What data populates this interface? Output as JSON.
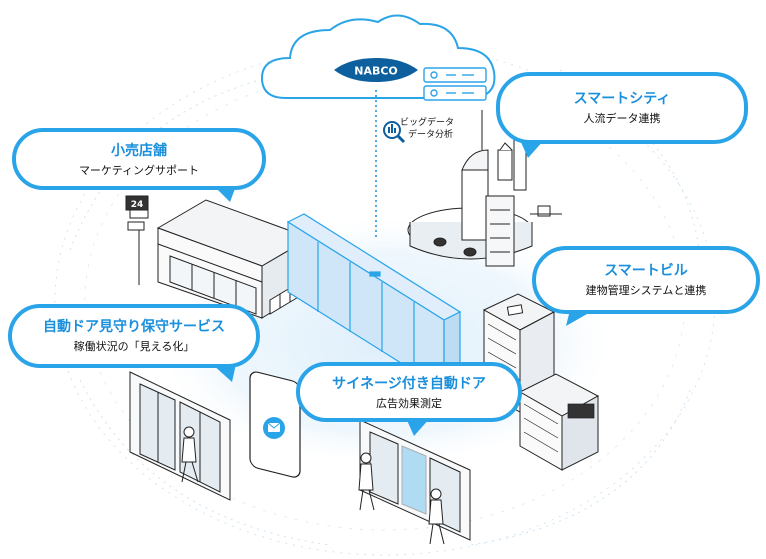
{
  "cloud": {
    "logo": "NABCO"
  },
  "bigdata": {
    "line1": "ビッグデータ",
    "line2": "データ分析"
  },
  "store_sign": {
    "number": "24"
  },
  "callouts": [
    {
      "id": "retail",
      "title": "小売店舗",
      "subtitle": "マーケティングサポート"
    },
    {
      "id": "smartcity",
      "title": "スマートシティ",
      "subtitle": "人流データ連携"
    },
    {
      "id": "smartbuilding",
      "title": "スマートビル",
      "subtitle": "建物管理システムと連携"
    },
    {
      "id": "maintenance",
      "title": "自動ドア見守り保守サービス",
      "subtitle": "稼働状況の「見える化」"
    },
    {
      "id": "signage",
      "title": "サイネージ付き自動ドア",
      "subtitle": "広告効果測定"
    }
  ],
  "colors": {
    "accent": "#2aa4e8",
    "title_blue": "#1a8fdc",
    "cloud_dark": "#0e5f9e",
    "glow": "#cfe6f7",
    "line": "#222222"
  }
}
